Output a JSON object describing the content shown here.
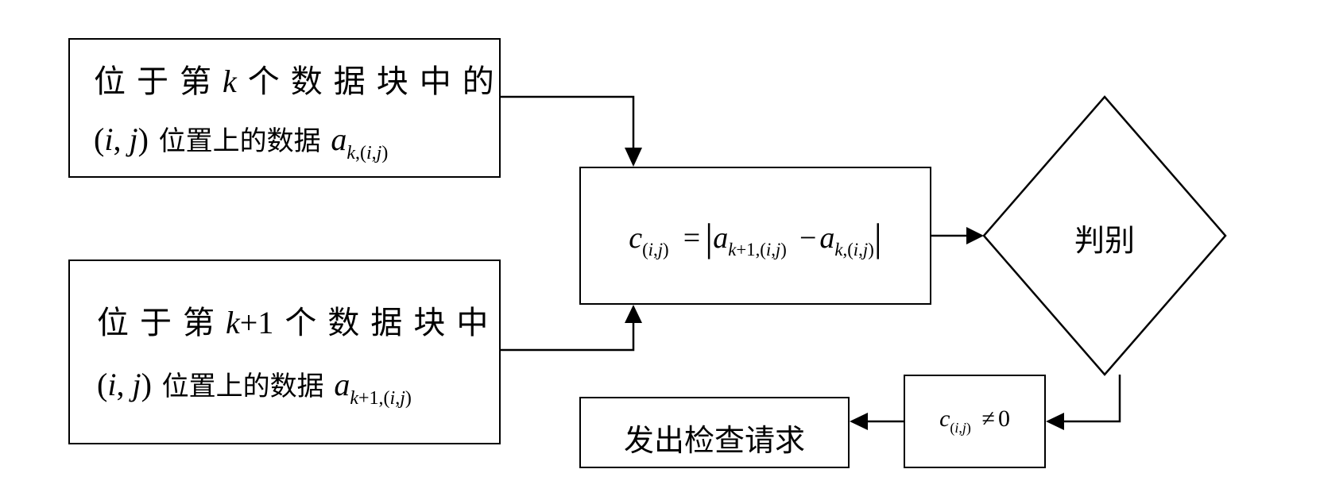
{
  "box_top": {
    "line1": {
      "w1": "位",
      "w2": "于",
      "w3": "第",
      "k": "k",
      "w4": "个",
      "w5": "数",
      "w6": "据",
      "w7": "块",
      "w8": "中",
      "w9": "的"
    },
    "line2": {
      "open": "(",
      "i": "i",
      "comma": ", ",
      "j": "j",
      "close": ")",
      "text": "位置上的数据",
      "a": "a",
      "sub_k": "k",
      "sub_comma": ",(",
      "sub_i": "i",
      "sub_comma2": ",",
      "sub_j": "j",
      "sub_close": ")"
    }
  },
  "box_bottom": {
    "line1": {
      "w1": "位",
      "w2": "于",
      "w3": "第",
      "k": "k",
      "plus": "+1",
      "w4": "个",
      "w5": "数",
      "w6": "据",
      "w7": "块",
      "w8": "中"
    },
    "line2": {
      "open": "(",
      "i": "i",
      "comma": ", ",
      "j": "j",
      "close": ")",
      "text": "位置上的数据",
      "a": "a",
      "sub_k": "k",
      "sub_plus": "+1,(",
      "sub_i": "i",
      "sub_comma2": ",",
      "sub_j": "j",
      "sub_close": ")"
    }
  },
  "formula_box": {
    "c": "c",
    "c_sub_open": "(",
    "c_sub_i": "i",
    "c_sub_comma": ",",
    "c_sub_j": "j",
    "c_sub_close": ")",
    "equals": "=",
    "bar_left": "|",
    "a1": "a",
    "a1_sub_k": "k",
    "a1_sub_rest": "+1,(",
    "a1_sub_i": "i",
    "a1_sub_comma": ",",
    "a1_sub_j": "j",
    "a1_sub_close": ")",
    "minus": "−",
    "a2": "a",
    "a2_sub_k": "k",
    "a2_sub_rest": ",(",
    "a2_sub_i": "i",
    "a2_sub_comma": ",",
    "a2_sub_j": "j",
    "a2_sub_close": ")",
    "bar_right": "|"
  },
  "decision": {
    "label": "判别"
  },
  "condition_box": {
    "c": "c",
    "sub_open": "(",
    "sub_i": "i",
    "sub_comma": ",",
    "sub_j": "j",
    "sub_close": ")",
    "neq": "≠",
    "zero": "0"
  },
  "action_box": {
    "label": "发出检查请求"
  }
}
